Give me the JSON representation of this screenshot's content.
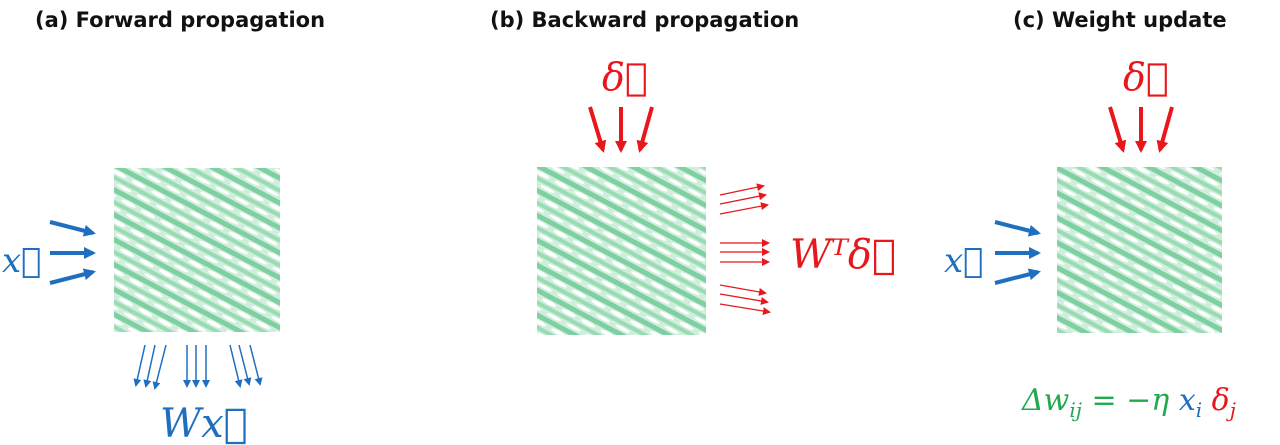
{
  "panels": [
    {
      "title": "(a) Forward propagation",
      "input_label": "x⃗",
      "output_label": "Wx⃗"
    },
    {
      "title": "(b) Backward propagation",
      "input_label": "δ⃗",
      "output_label": "Wᵀδ⃗"
    },
    {
      "title": "(c) Weight update",
      "input_label_top": "δ⃗",
      "input_label_left": "x⃗"
    }
  ],
  "equation": {
    "lhs": "Δw",
    "lhs_sub": "ij",
    "eq": " = −η ",
    "x": "x",
    "x_sub": "i",
    "d": " δ",
    "d_sub": "j"
  },
  "colors": {
    "forward": "#1f6fc0",
    "backward": "#e8171c",
    "weights": "#22a94f"
  }
}
